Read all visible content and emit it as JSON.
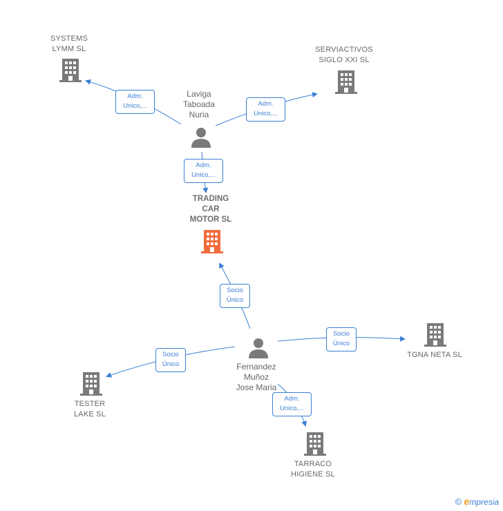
{
  "nodes": {
    "systems_lymm": {
      "label": "SYSTEMS\nLYMM  SL",
      "icon": "building-icon"
    },
    "serviactivos": {
      "label": "SERVIACTIVOS\nSIGLO XXI  SL",
      "icon": "building-icon"
    },
    "laviga": {
      "label": "Laviga\nTaboada\nNuria",
      "icon": "person-icon"
    },
    "trading_car": {
      "label": "TRADING\nCAR\nMOTOR  SL",
      "icon": "building-icon"
    },
    "fernandez": {
      "label": "Fernandez\nMuñoz\nJose Maria",
      "icon": "person-icon"
    },
    "tgna_neta": {
      "label": "TGNA NETA  SL",
      "icon": "building-icon"
    },
    "tester_lake": {
      "label": "TESTER\nLAKE  SL",
      "icon": "building-icon"
    },
    "tarraco": {
      "label": "TARRACO\nHIGIENE  SL",
      "icon": "building-icon"
    }
  },
  "edges": {
    "laviga_systems": {
      "line1": "Adm.",
      "line2": "Unico,..."
    },
    "laviga_serviactivos": {
      "line1": "Adm.",
      "line2": "Unico,..."
    },
    "laviga_trading": {
      "line1": "Adm.",
      "line2": "Unico,..."
    },
    "fernandez_trading": {
      "line1": "Socio",
      "line2": "Único"
    },
    "fernandez_tgna": {
      "line1": "Socio",
      "line2": "Único"
    },
    "fernandez_tester": {
      "line1": "Socio",
      "line2": "Único"
    },
    "fernandez_tarraco": {
      "line1": "Adm.",
      "line2": "Unico,..."
    }
  },
  "colors": {
    "edge": "#3b7fd4",
    "node": "#7a7a7a",
    "focus": "#f26b3a"
  },
  "brand": {
    "copyright": "©",
    "initial": "e",
    "rest": "mpresia"
  }
}
